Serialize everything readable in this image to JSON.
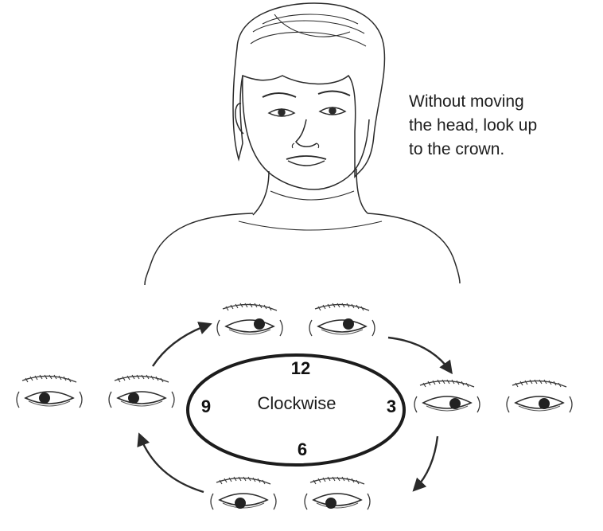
{
  "instruction": {
    "lines": [
      "Without moving",
      "the head, look up",
      "to the crown."
    ]
  },
  "clock": {
    "center_label": "Clockwise",
    "top": "12",
    "right": "3",
    "bottom": "6",
    "left": "9"
  },
  "colors": {
    "line": "#2a2a2a",
    "ellipse": "#1c1c1c",
    "background": "#ffffff"
  }
}
